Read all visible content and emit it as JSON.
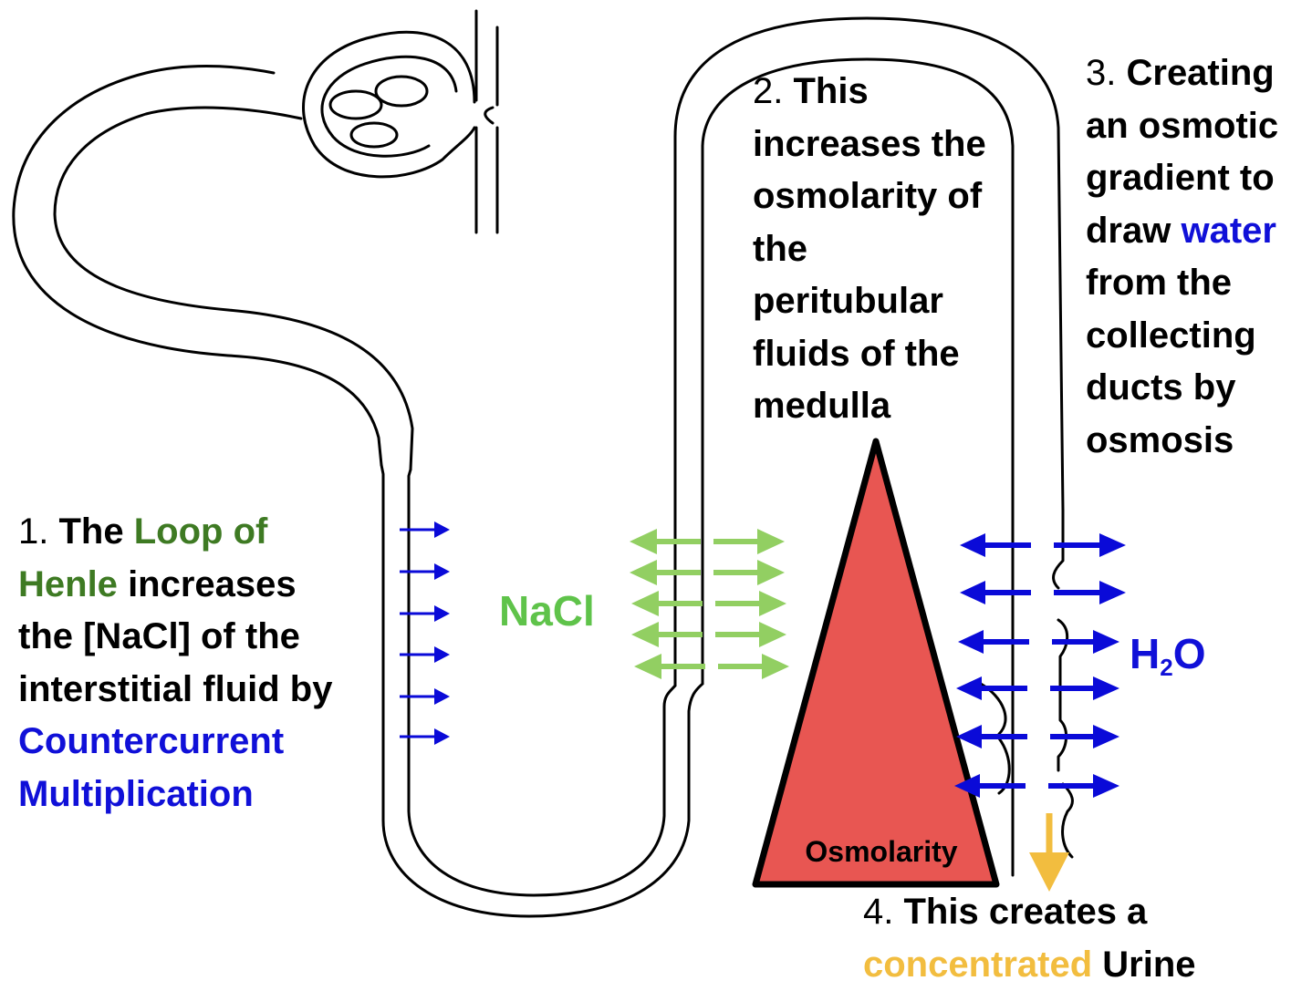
{
  "colors": {
    "green_text": "#3e7a23",
    "blue_text": "#1010d8",
    "yellow_text": "#f2bd3f",
    "nacl_green": "#5fc34a",
    "arrow_green": "#92cf62",
    "arrow_blue": "#0a0ad8",
    "osmolarity_red": "#e85652",
    "urine_arrow": "#f2bd3f"
  },
  "step1": {
    "number": "1.",
    "t1": "The",
    "loop": "Loop of",
    "henle": "Henle",
    "t2": "increases",
    "t3": "the [NaCl] of the",
    "t4": "interstitial fluid by",
    "cm1": "Countercurrent",
    "cm2": "Multiplication"
  },
  "step2": {
    "number": "2.",
    "lines": [
      "This",
      "increases the",
      "osmolarity of",
      "the",
      "peritubular",
      "fluids of the",
      "medulla"
    ]
  },
  "step3": {
    "number": "3.",
    "l1": "Creating",
    "l2": "an osmotic",
    "l3": "gradient to",
    "l4a": "draw",
    "water": "water",
    "l5": "from the",
    "l6": "collecting",
    "l7": "ducts by",
    "l8": "osmosis"
  },
  "step4": {
    "number": "4.",
    "l1": "This creates a",
    "concentrated": "concentrated",
    "urine": "Urine"
  },
  "labels": {
    "nacl": "NaCl",
    "h2o_h": "H",
    "h2o_sub": "2",
    "h2o_o": "O",
    "osmolarity": "Osmolarity"
  },
  "icons": [
    "blue-right-arrow-icon",
    "green-double-arrow-icon",
    "blue-double-arrow-icon",
    "yellow-down-arrow-icon"
  ]
}
